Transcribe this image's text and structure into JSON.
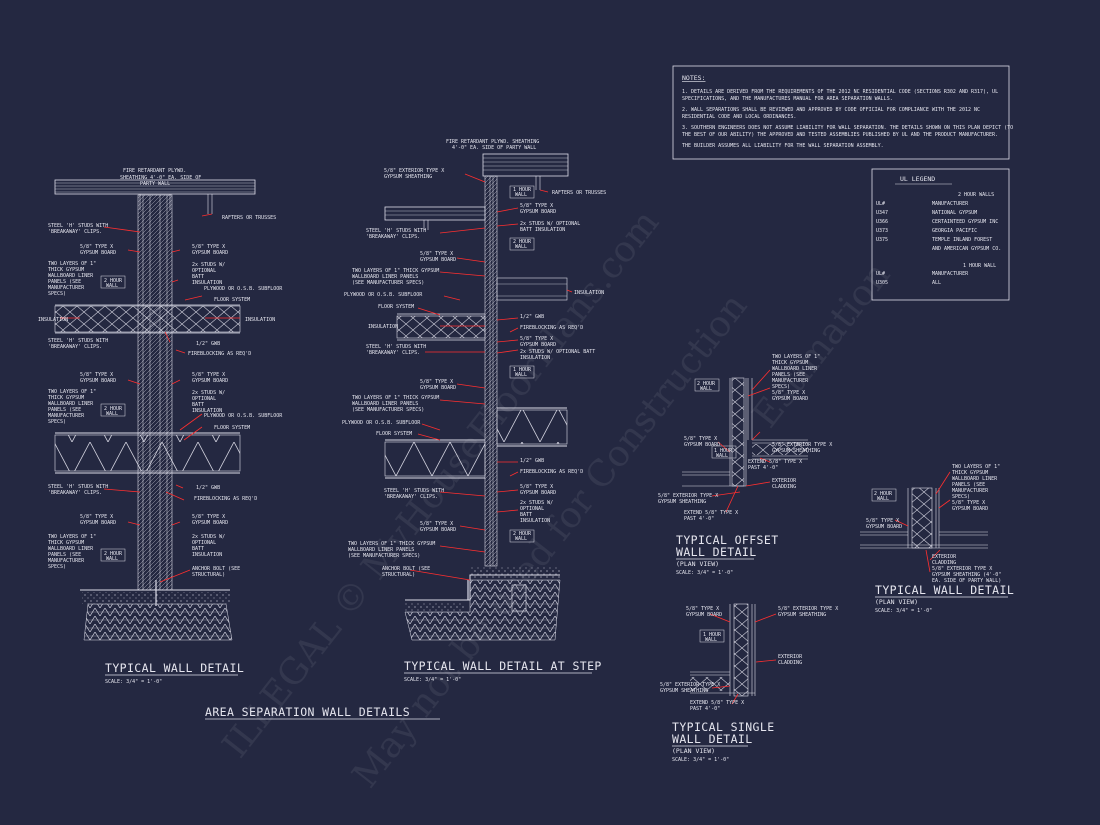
{
  "notes": {
    "title": "NOTES:",
    "lines": [
      "1. DETAILS ARE DERIVED FROM THE REQUIREMENTS OF THE 2012 NC RESIDENTIAL CODE (SECTIONS R302 AND R317), UL",
      "SPECIFICATIONS, AND THE MANUFACTURES MANUAL FOR AREA SEPARATION WALLS.",
      "2. WALL SEPARATIONS SHALL BE REVIEWED AND APPROVED BY CODE OFFICIAL FOR COMPLIANCE WITH THE 2012 NC",
      "RESIDENTIAL CODE AND LOCAL ORDINANCES.",
      "3. SOUTHERN ENGINEERS DOES NOT ASSUME LIABILITY FOR WALL SEPARATION. THE DETAILS SHOWN ON THIS PLAN DEPICT (TO",
      "THE BEST OF OUR ABILITY) THE APPROVED AND TESTED ASSEMBLIES PUBLISHED BY UL AND THE PRODUCT MANUFACTURER.",
      "THE BUILDER ASSUMES ALL LIABILITY FOR THE WALL SEPARATION ASSEMBLY."
    ]
  },
  "legend": {
    "title": "UL LEGEND",
    "two_hour": "2 HOUR WALLS",
    "col_ul": "UL#",
    "col_mfr": "MANUFACTURER",
    "rows2": [
      {
        "code": "U347",
        "name": "NATIONAL GYPSUM"
      },
      {
        "code": "U366",
        "name": "CERTAINTEED GYPSUM INC"
      },
      {
        "code": "U373",
        "name": "GEORGIA PACIFIC"
      },
      {
        "code": "U375",
        "name": "TEMPLE INLAND FOREST"
      },
      {
        "code": "",
        "name": "AND AMERICAN GYPSUM CO."
      }
    ],
    "one_hour": "1 HOUR WALL",
    "rows1": [
      {
        "code": "U305",
        "name": "ALL"
      }
    ]
  },
  "titles": {
    "typical_wall": "TYPICAL WALL DETAIL",
    "typical_wall_step": "TYPICAL WALL DETAIL AT STEP",
    "area_separation": "AREA SEPARATION WALL DETAILS",
    "offset_1": "TYPICAL OFFSET",
    "offset_2": "WALL DETAIL",
    "single_1": "TYPICAL SINGLE",
    "single_2": "WALL DETAIL",
    "plan_wall": "TYPICAL WALL DETAIL",
    "plan_view": "(PLAN VIEW)",
    "scale": "SCALE: 3/4\" = 1'-0\""
  },
  "labels_left": {
    "fire_ply": "FIRE RETARDANT PLYWD.",
    "sheathing": "SHEATHING 4'-0\" EA. SIDE OF",
    "party": "PARTY WALL",
    "rafters": "RAFTERS OR TRUSSES",
    "steel_h1": "STEEL 'H' STUDS WITH",
    "steel_h2": "'BREAKAWAY' CLIPS.",
    "gyp1": "5/8\" TYPE X",
    "gyp2": "GYPSUM BOARD",
    "two_layers1": "TWO LAYERS OF 1\"",
    "two_layers2": "THICK GYPSUM",
    "two_layers3": "WALLBOARD LINER",
    "two_layers4": "PANELS (SEE",
    "two_layers5": "MANUFACTURER",
    "two_layers6": "SPECS)",
    "studs1": "2x STUDS W/",
    "studs2": "OPTIONAL",
    "studs3": "BATT",
    "studs4": "INSULATION",
    "plywood": "PLYWOOD OR O.S.B. SUBFLOOR",
    "floor": "FLOOR SYSTEM",
    "insulation": "INSULATION",
    "gwb": "1/2\" GWB",
    "fireblock": "FIREBLOCKING AS REQ'D",
    "anchor1": "ANCHOR BOLT (SEE",
    "anchor2": "STRUCTURAL)",
    "two_hour1": "2 HOUR",
    "two_hour2": "WALL",
    "one_hour1": "1 HOUR"
  },
  "labels_step": {
    "fire_ply": "FIRE RETARDANT PLYWD. SHEATHING",
    "ea_side": "4'-0\" EA. SIDE OF PARTY WALL",
    "ext1": "5/8\" EXTERIOR TYPE X",
    "ext2": "GYPSUM SHEATHING",
    "batt_opt": "2x STUDS W/ OPTIONAL",
    "batt_ins": "BATT INSULATION",
    "liner1": "TWO LAYERS OF 1\" THICK GYPSUM",
    "liner2": "WALLBOARD LINER PANELS",
    "liner3": "(SEE MANUFACTURER SPECS)",
    "batt_opt2": "2x STUDS W/ OPTIONAL BATT",
    "ins_only": "INSULATION"
  },
  "labels_plan": {
    "ext_sheath1": "5/8\" EXTERIOR TYPE X",
    "ext_sheath2": "GYPSUM SHEATHING",
    "extend1": "EXTEND 5/8\" TYPE X",
    "extend2": "PAST 4'-0\"",
    "cladding1": "EXTERIOR",
    "cladding2": "CLADDING",
    "sheath_long1": "5/8\" EXTERIOR TYPE X",
    "sheath_long2": "GYPSUM SHEATHING (4'-0\"",
    "sheath_long3": "EA. SIDE OF PARTY WALL)"
  },
  "watermark": [
    "ILLEGAL © MyHouseFloorPlans.com",
    "May not be used for Construction",
    "Estimation"
  ]
}
